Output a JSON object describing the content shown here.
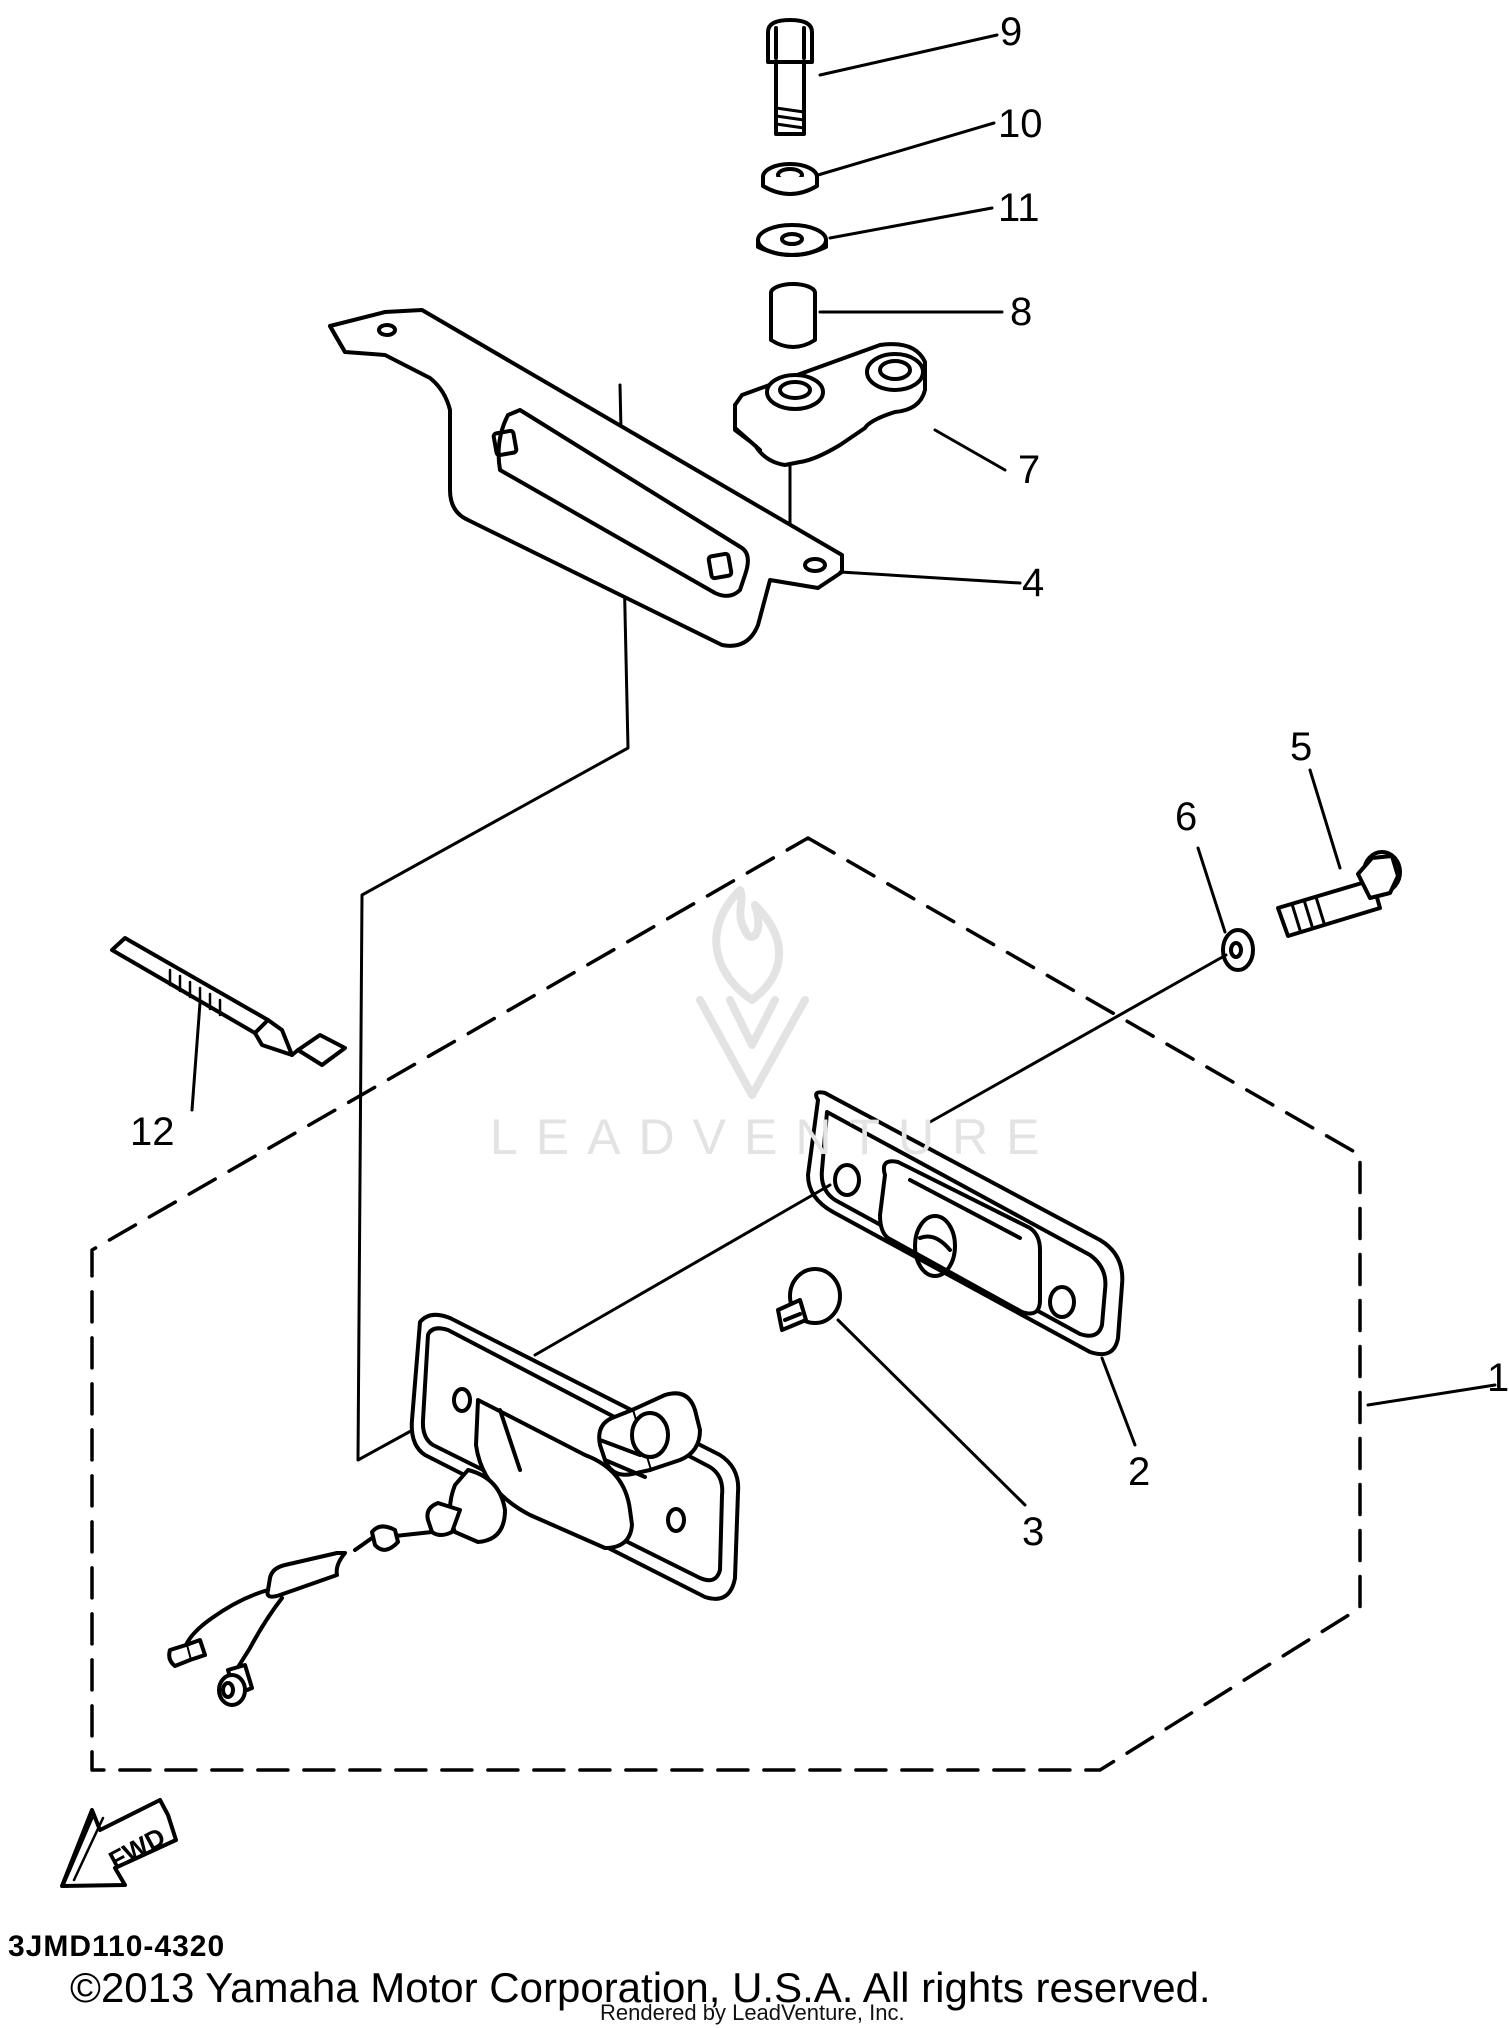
{
  "callouts": {
    "c1": "1",
    "c2": "2",
    "c3": "3",
    "c4": "4",
    "c5": "5",
    "c6": "6",
    "c7": "7",
    "c8": "8",
    "c9": "9",
    "c10": "10",
    "c11": "11",
    "c12": "12"
  },
  "fwd_label": "FWD",
  "watermark": "LEADVENTURE",
  "part_code": "3JMD110-4320",
  "copyright": "©2013 Yamaha Motor Corporation, U.S.A. All rights reserved.",
  "rendered_by": "Rendered by LeadVenture, Inc."
}
